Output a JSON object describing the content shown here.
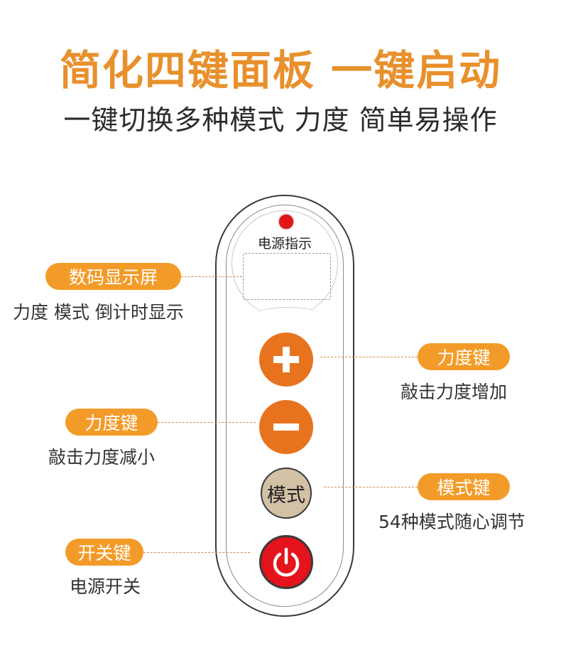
{
  "header": {
    "title": "简化四键面板 一键启动",
    "subtitle": "一键切换多种模式 力度 简单易操作"
  },
  "remote": {
    "power_indicator_label": "电源指示",
    "mode_button_label": "模式"
  },
  "callouts": {
    "display": {
      "label": "数码显示屏",
      "description": "力度 模式 倒计时显示"
    },
    "strength_up": {
      "label": "力度键",
      "description": "敲击力度增加"
    },
    "strength_down": {
      "label": "力度键",
      "description": "敲击力度减小"
    },
    "mode": {
      "label": "模式键",
      "description": "54种模式随心调节"
    },
    "power": {
      "label": "开关键",
      "description": "电源开关"
    }
  },
  "colors": {
    "accent": "#e8902c",
    "pill": "#f39b28",
    "button_orange": "#e8731e",
    "button_mode": "#d3c1a6",
    "button_power": "#e5131b",
    "led": "#e01717"
  },
  "icons": {
    "plus": "plus-icon",
    "minus": "minus-icon",
    "power": "power-icon"
  }
}
